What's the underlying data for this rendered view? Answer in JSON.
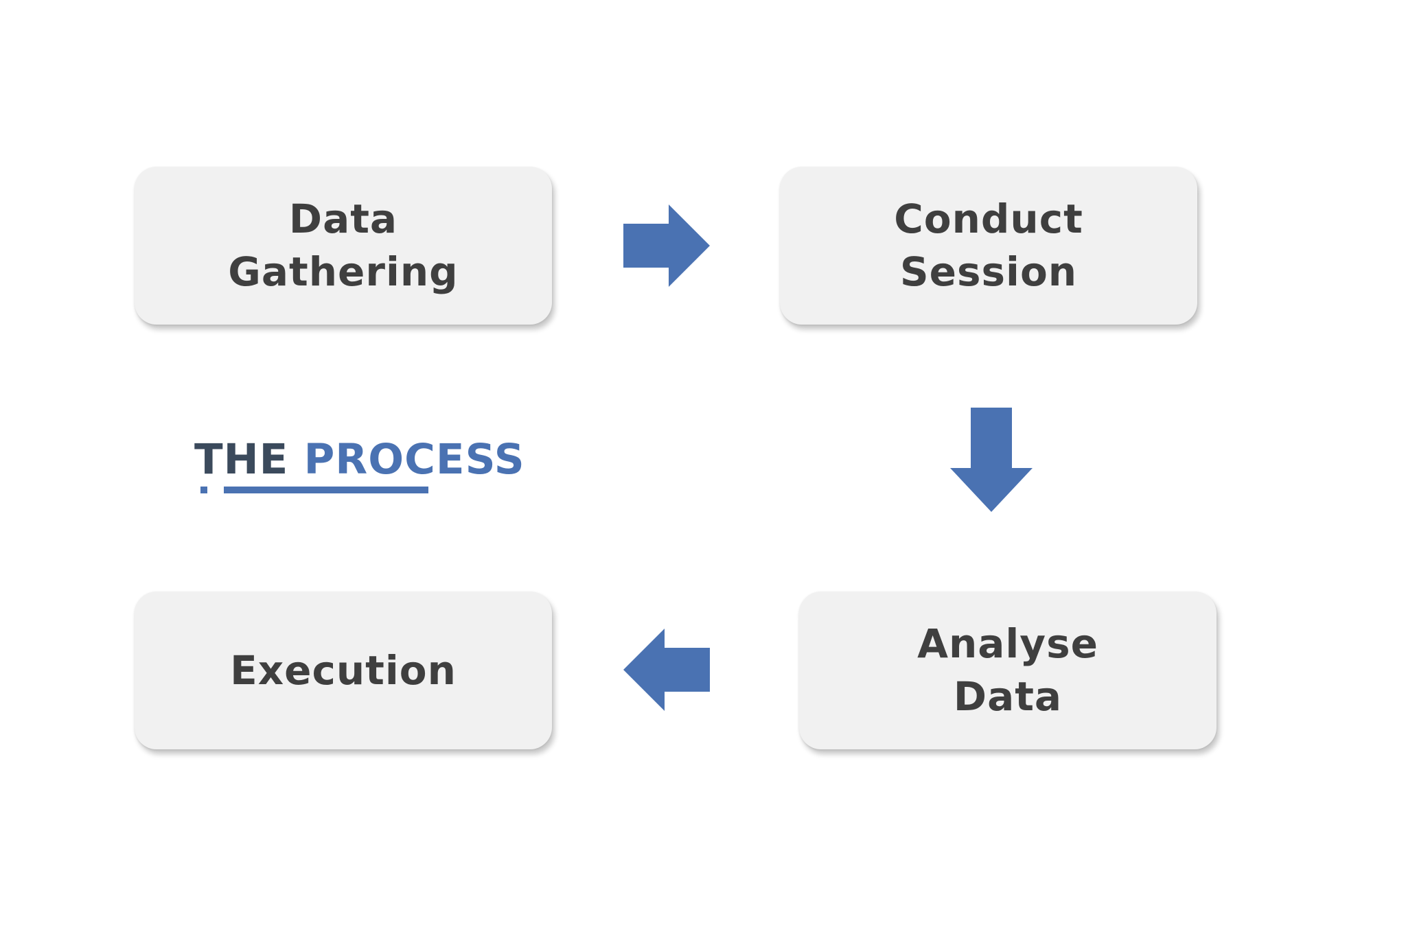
{
  "colors": {
    "background": "#ffffff",
    "box_fill": "#f1f1f1",
    "box_text": "#3f3f3f",
    "accent": "#4a72b2",
    "title_dark": "#3b4a5c"
  },
  "steps": [
    {
      "label": "Data\nGathering"
    },
    {
      "label": "Conduct\nSession"
    },
    {
      "label": "Analyse\nData"
    },
    {
      "label": "Execution"
    }
  ],
  "title": {
    "part1": "THE",
    "part2": "PROCESS"
  },
  "arrows": [
    {
      "direction": "right",
      "icon": "arrow-right-icon"
    },
    {
      "direction": "down",
      "icon": "arrow-down-icon"
    },
    {
      "direction": "left",
      "icon": "arrow-left-icon"
    }
  ]
}
